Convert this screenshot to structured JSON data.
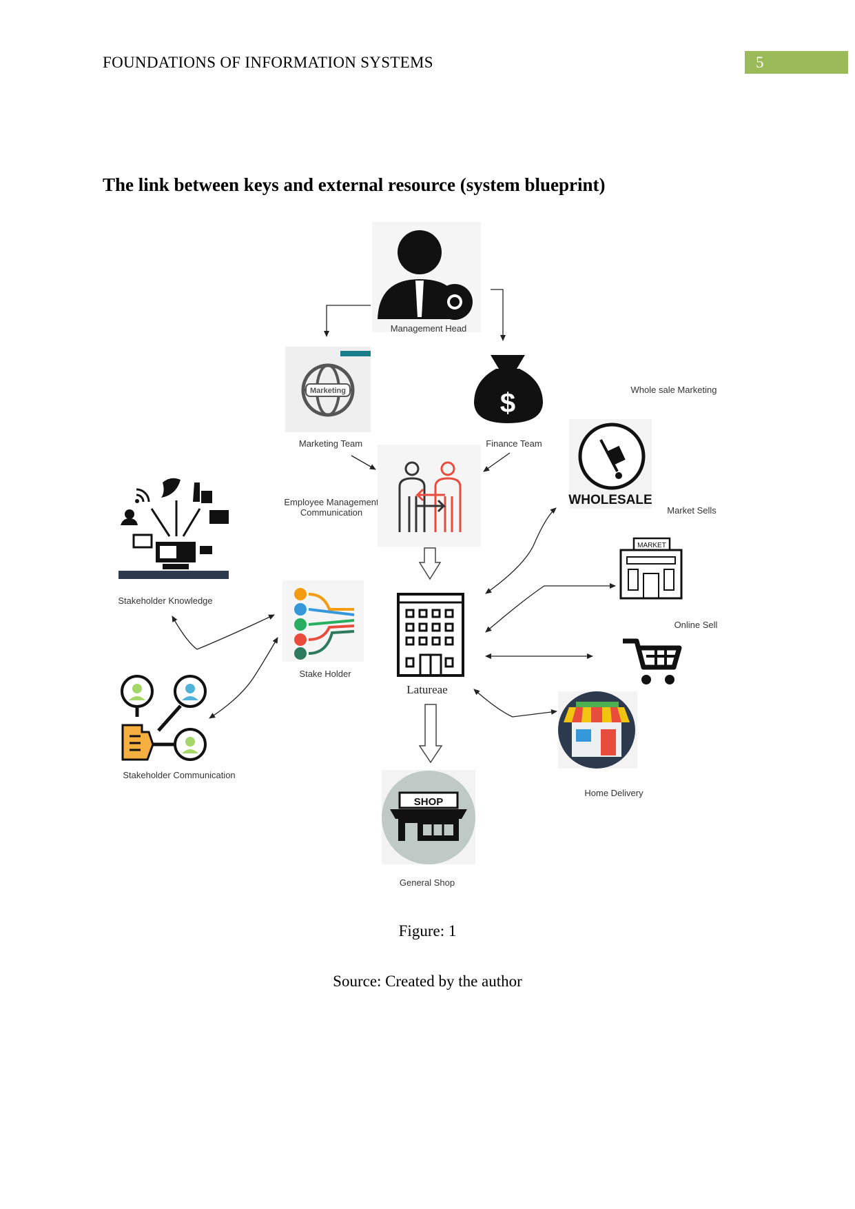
{
  "header": {
    "running_title": "FOUNDATIONS OF INFORMATION SYSTEMS",
    "page_number": "5",
    "page_number_color": "#9bbb59"
  },
  "section": {
    "heading": "The link between keys and external resource (system blueprint)"
  },
  "diagram": {
    "nodes": {
      "management_head": "Management Head",
      "marketing_team": "Marketing Team",
      "marketing_globe_text": "Marketing",
      "finance_team": "Finance Team",
      "employee_mgmt_line1": "Employee Management",
      "employee_mgmt_line2": "Communication",
      "wholesale_marketing": "Whole sale Marketing",
      "wholesale_text": "WHOLESALE",
      "market_sells": "Market Sells",
      "market_sign": "MARKET",
      "online_sell": "Online Sell",
      "stakeholder_knowledge": "Stakeholder Knowledge",
      "stake_holder": "Stake Holder",
      "latureae": "Latureae",
      "stakeholder_communication": "Stakeholder Communication",
      "home_delivery": "Home Delivery",
      "shop_sign": "SHOP",
      "general_shop": "General Shop"
    }
  },
  "figure": {
    "caption": "Figure: 1",
    "source": "Source: Created by the author"
  }
}
